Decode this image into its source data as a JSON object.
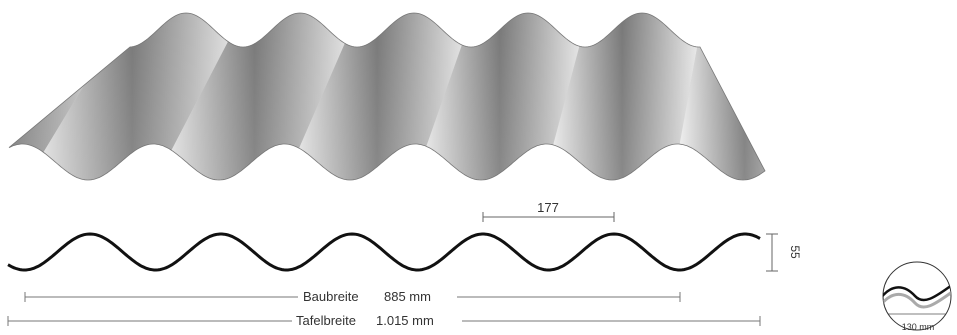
{
  "colors": {
    "sheet_light": "#ffffff",
    "sheet_dark": "#7a7a7a",
    "profile_line": "#111111",
    "dimension_line": "#666666",
    "detail_grey": "#9a9a9a"
  },
  "icons": {
    "detail": "profile-detail-circle-icon"
  },
  "dimensions": {
    "wave_pitch_value": "177",
    "wave_height_value": "55",
    "build_width_label": "Baubreite",
    "build_width_value": "885 mm",
    "panel_width_label": "Tafelbreite",
    "panel_width_value": "1.015 mm",
    "detail_radius_value": "130 mm"
  }
}
